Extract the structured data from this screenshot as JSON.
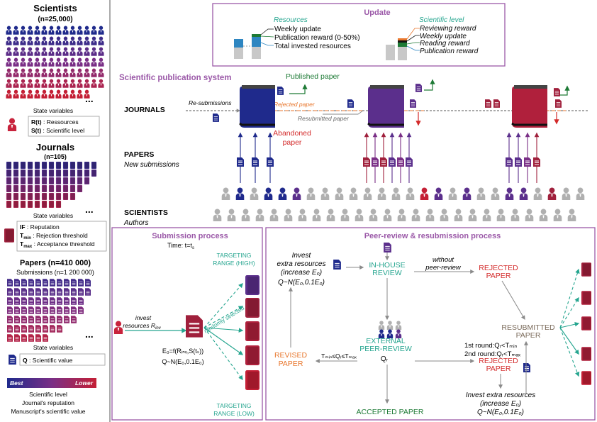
{
  "sidebar": {
    "scientists_title": "Scientists",
    "scientists_count": "(n=25,000)",
    "state_vars_label": "State variables",
    "scientist_vars": [
      {
        "symbol": "R(t)",
        "desc": " : Ressources"
      },
      {
        "symbol": "S(t)",
        "desc": " : Scientific level"
      }
    ],
    "journals_title": "Journals",
    "journals_count": "(n=105)",
    "journal_vars": [
      {
        "symbol": "IF",
        "desc": " : Reputation"
      },
      {
        "symbol": "T",
        "sub": "min",
        "desc": " : Rejection threshold"
      },
      {
        "symbol": "T",
        "sub": "max",
        "desc": " : Acceptance threshold"
      }
    ],
    "papers_title": "Papers (n=410 000)",
    "submissions_count": "Submissions (n=1 200 000)",
    "paper_vars": [
      {
        "symbol": "Q",
        "desc": " : Scientific value"
      }
    ],
    "ellipsis": "...",
    "gradient_best": "Best",
    "gradient_lower": "Lower",
    "legend_lines": [
      "Scientific level",
      "Journal's  reputation",
      "Manuscript's scientific value"
    ]
  },
  "update": {
    "title": "Update",
    "resources_head": "Resources",
    "resources_items": [
      "Weekly update",
      "Publication reward (0-50%)",
      "Total invested resources"
    ],
    "scientific_head": "Scientific level",
    "scientific_items": [
      "Reviewing reward",
      "Weekly update",
      "Reading reward",
      "Publication reward"
    ]
  },
  "system": {
    "title": "Scientific publication system",
    "published_paper": "Published paper",
    "resubmissions": "Re-submissions",
    "rejected_paper": "Rejected paper",
    "resubmitted_paper": "Resubmitted paper",
    "abandoned_line1": "Abandoned",
    "abandoned_line2": "paper",
    "journals_label": "JOURNALS",
    "papers_label": "PAPERS",
    "new_submissions": "New submissions",
    "scientists_label": "SCIENTISTS",
    "authors_label": "Authors"
  },
  "submission": {
    "title": "Submission process",
    "time_label": "Time: t=t",
    "time_sub": "s",
    "invest_line1": "invest",
    "invest_line2": "resources R",
    "invest_sub": "inv",
    "randomly_selected": "randomly selected",
    "targeting_high_1": "TARGETING",
    "targeting_high_2": "RANGE (HIGH)",
    "targeting_low_1": "TARGETING",
    "targeting_low_2": "RANGE (LOW)",
    "eq1": "E₀=f(Rᵢₙᵥ,S(tₛ))",
    "eq2": "Q~N(E₀,0.1E₀)"
  },
  "peer": {
    "title": "Peer-review & resubmission process",
    "invest_top_1": "Invest",
    "invest_top_2": "extra resources",
    "invest_top_3": "(increase E₀)",
    "invest_top_4": "Q~N(E₀,0.1E₀)",
    "inhouse_1": "IN-HOUSE",
    "inhouse_2": "REVIEW",
    "without_1": "without",
    "without_2": "peer-review",
    "rejected_1": "REJECTED",
    "rejected_2": "PAPER",
    "resubmitted_1": "RESUBMITTED",
    "resubmitted_2": "PAPER",
    "round1": "1st round:Qᵣ<Tₘᵢₙ",
    "round2": "2nd round:Qᵣ<Tₘₐₓ",
    "revised_1": "REVISED",
    "revised_2": "PAPER",
    "revise_cond": "Tₘᵢₙ≤Qᵣ≤Tₘₐₓ",
    "external_1": "EXTERNAL",
    "external_2": "PEER-REVIEW",
    "external_q": "Qᵣ",
    "accepted": "ACCEPTED PAPER",
    "invest_bottom_1": "Invest extra resources",
    "invest_bottom_2": "(increase E₀)",
    "invest_bottom_3": "Q~N(E₀,0.1E₀)"
  },
  "colors": {
    "frame_purple": "#9b59a8",
    "teal": "#25a58f",
    "rejected_red": "#d32a2a",
    "orange": "#e8762c",
    "green": "#1d7a35",
    "navy": "#1f2a8c",
    "grey": "#8a8a8a",
    "brown": "#7a6a5a"
  }
}
